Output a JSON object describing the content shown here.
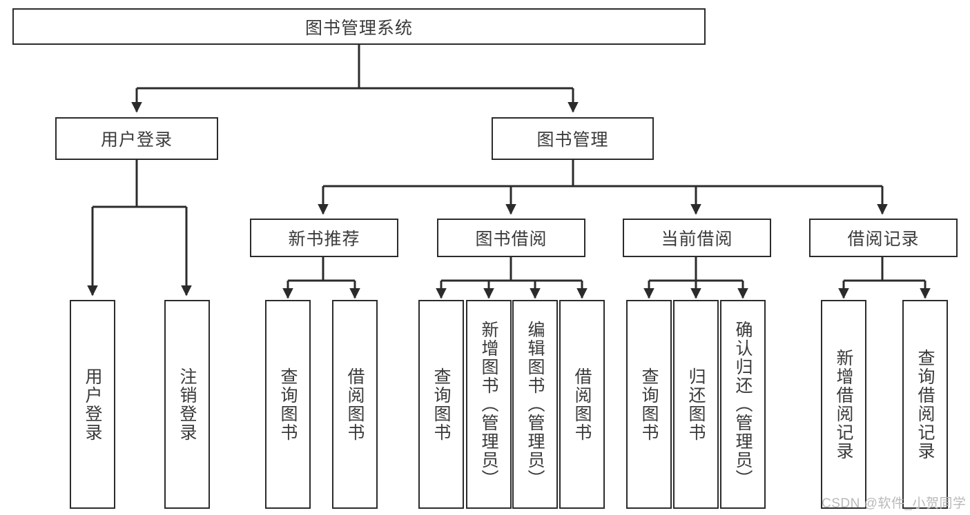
{
  "diagram": {
    "type": "tree-hierarchy-chart",
    "title": "图书管理系统",
    "root": {
      "id": "root",
      "label": "图书管理系统",
      "orientation": "horizontal"
    },
    "level2": [
      {
        "id": "user-login",
        "label": "用户登录",
        "orientation": "horizontal"
      },
      {
        "id": "book-manage",
        "label": "图书管理",
        "orientation": "horizontal"
      }
    ],
    "level3": [
      {
        "id": "new-book-recommend",
        "label": "新书推荐",
        "orientation": "horizontal",
        "parent": "book-manage"
      },
      {
        "id": "book-borrow",
        "label": "图书借阅",
        "orientation": "horizontal",
        "parent": "book-manage"
      },
      {
        "id": "current-borrow",
        "label": "当前借阅",
        "orientation": "horizontal",
        "parent": "book-manage"
      },
      {
        "id": "borrow-record",
        "label": "借阅记录",
        "orientation": "horizontal",
        "parent": "book-manage"
      }
    ],
    "leaves": [
      {
        "id": "leaf-user-login",
        "label": "用户登录",
        "parent": "user-login"
      },
      {
        "id": "leaf-logout-login",
        "label": "注销登录",
        "parent": "user-login"
      },
      {
        "id": "leaf-query-book-1",
        "label": "查询图书",
        "parent": "new-book-recommend"
      },
      {
        "id": "leaf-borrow-book-1",
        "label": "借阅图书",
        "parent": "new-book-recommend"
      },
      {
        "id": "leaf-query-book-2",
        "label": "查询图书",
        "parent": "book-borrow"
      },
      {
        "id": "leaf-add-book",
        "label": "新增图书（管理员）",
        "parent": "book-borrow"
      },
      {
        "id": "leaf-edit-book",
        "label": "编辑图书（管理员）",
        "parent": "book-borrow"
      },
      {
        "id": "leaf-borrow-book-2",
        "label": "借阅图书",
        "parent": "book-borrow"
      },
      {
        "id": "leaf-query-book-3",
        "label": "查询图书",
        "parent": "current-borrow"
      },
      {
        "id": "leaf-return-book",
        "label": "归还图书",
        "parent": "current-borrow"
      },
      {
        "id": "leaf-confirm-return",
        "label": "确认归还（管理员）",
        "parent": "current-borrow"
      },
      {
        "id": "leaf-add-record",
        "label": "新增借阅记录",
        "parent": "borrow-record"
      },
      {
        "id": "leaf-query-record",
        "label": "查询借阅记录",
        "parent": "borrow-record"
      }
    ],
    "watermark": "CSDN @软件_小贺同学",
    "colors": {
      "stroke": "#2b2b2b",
      "text": "#3a3a3a",
      "background": "#ffffff",
      "watermark": "#b9b9b9"
    }
  }
}
